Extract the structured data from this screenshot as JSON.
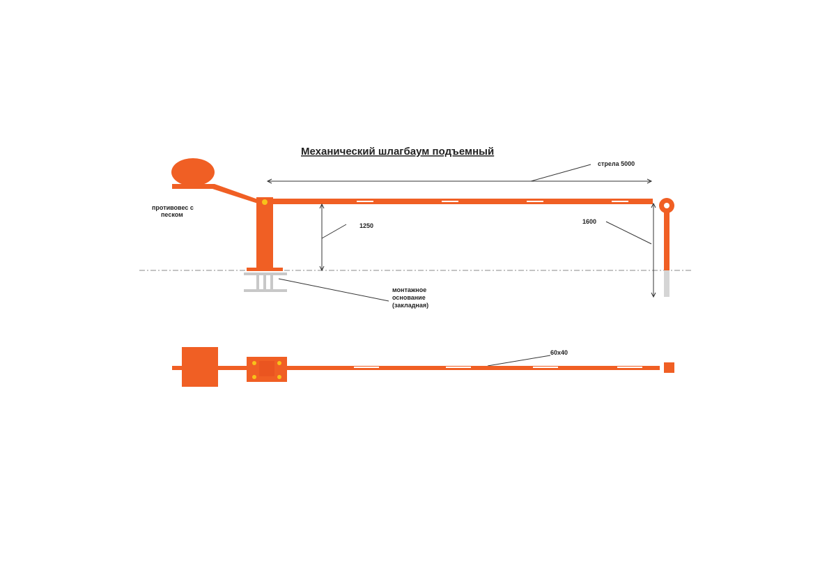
{
  "title": "Механический шлагбаум подъемный",
  "labels": {
    "boom": "стрела 5000",
    "counterweight_line1": "противовес с",
    "counterweight_line2": "песком",
    "height_pivot": "1250",
    "height_end": "1600",
    "base_line1": "монтажное",
    "base_line2": "основание",
    "base_line3": "(закладная)",
    "section": "60x40"
  },
  "colors": {
    "orange": "#f05f24",
    "grey": "#c8c8c8",
    "bolt": "#f7c21a",
    "dim_line": "#333333"
  }
}
